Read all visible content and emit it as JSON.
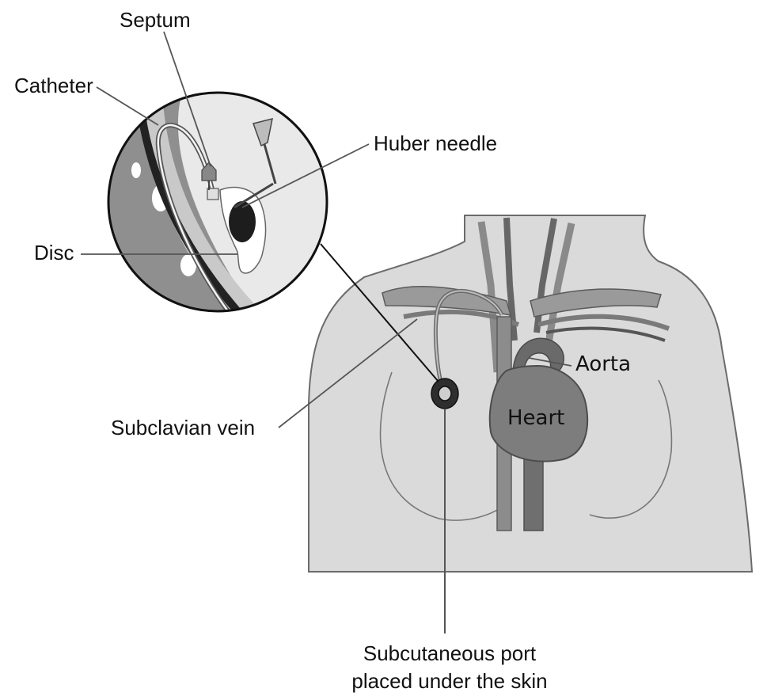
{
  "labels": {
    "septum": "Septum",
    "catheter": "Catheter",
    "huber_needle": "Huber needle",
    "disc": "Disc",
    "aorta": "Aorta",
    "heart": "Heart",
    "subclavian_vein": "Subclavian vein",
    "port_line1": "Subcutaneous port",
    "port_line2": "placed under the skin"
  }
}
